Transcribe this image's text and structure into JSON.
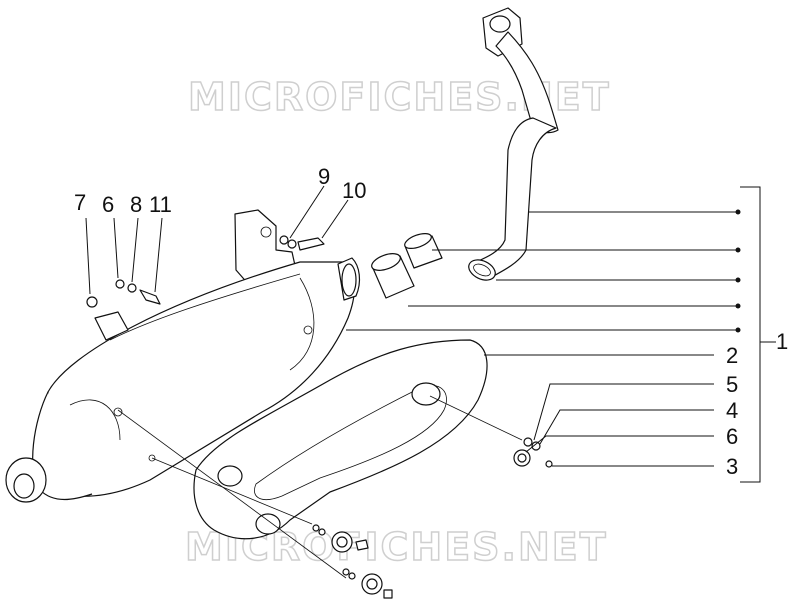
{
  "watermark": "MICROFICHES.NET",
  "callouts": {
    "c1": "1",
    "c2": "2",
    "c3": "3",
    "c4": "4",
    "c5": "5",
    "c6a": "6",
    "c6b": "6",
    "c7": "7",
    "c8": "8",
    "c9": "9",
    "c10": "10",
    "c11": "11"
  },
  "icons": {
    "muffler": "exhaust-muffler-icon",
    "pipe": "exhaust-pipe-icon",
    "heat_shield": "heat-shield-icon"
  }
}
